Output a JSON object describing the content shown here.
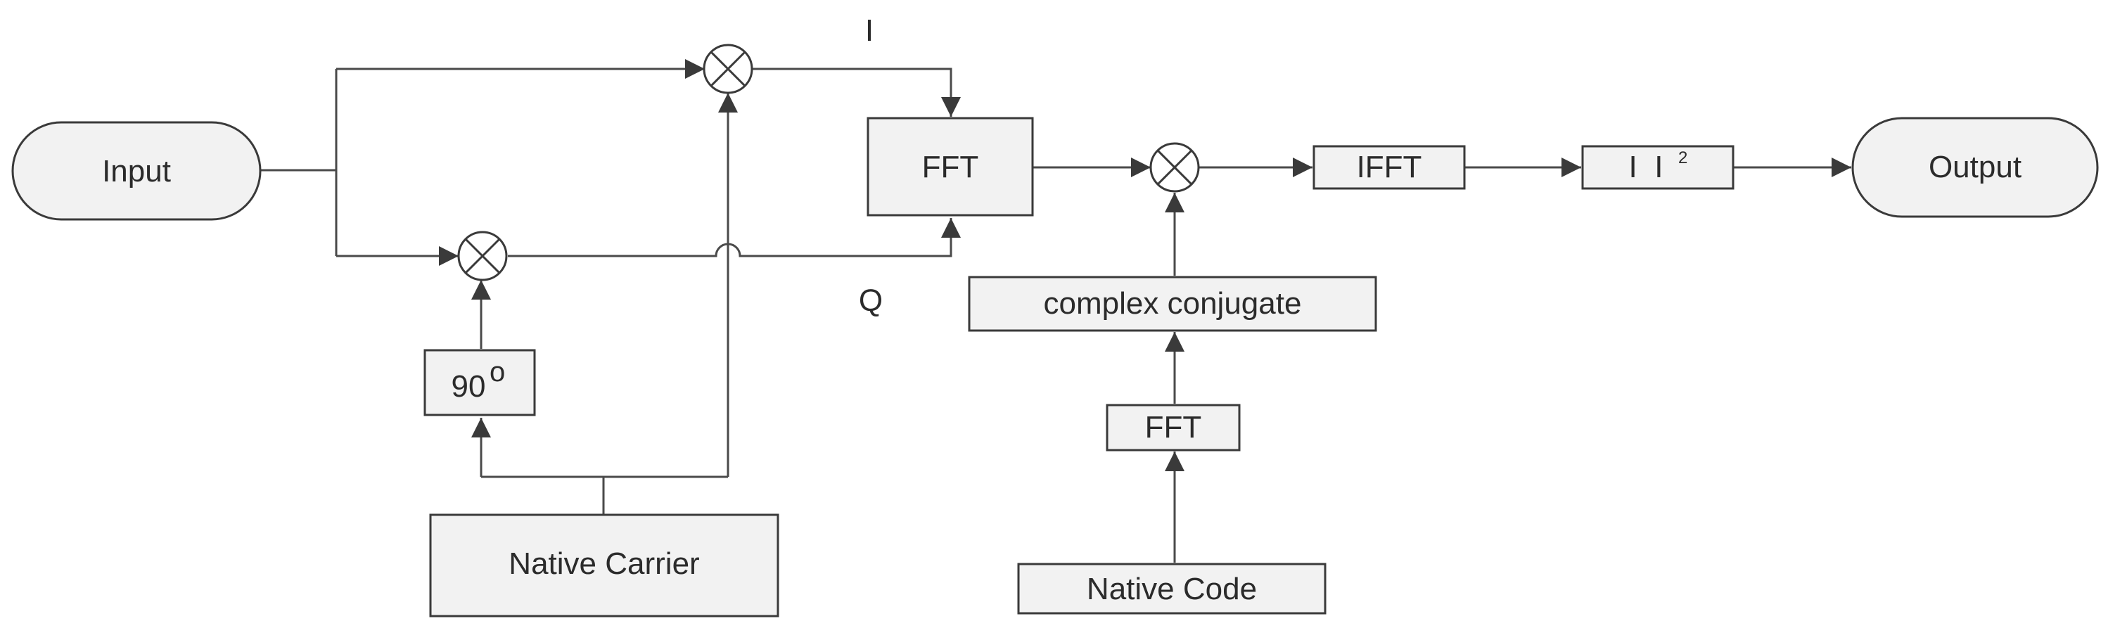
{
  "diagram": {
    "nodes": {
      "input": "Input",
      "output": "Output",
      "fft_main": "FFT",
      "ifft": "IFFT",
      "magnitude": "I  I",
      "magnitude_sup": "2",
      "complex_conjugate": "complex conjugate",
      "fft_code": "FFT",
      "native_code": "Native Code",
      "phase_shift": "90",
      "phase_shift_sup": "o",
      "native_carrier": "Native Carrier"
    },
    "labels": {
      "i_branch": "I",
      "q_branch": "Q"
    },
    "mixer_symbol": "multiply-circle"
  }
}
